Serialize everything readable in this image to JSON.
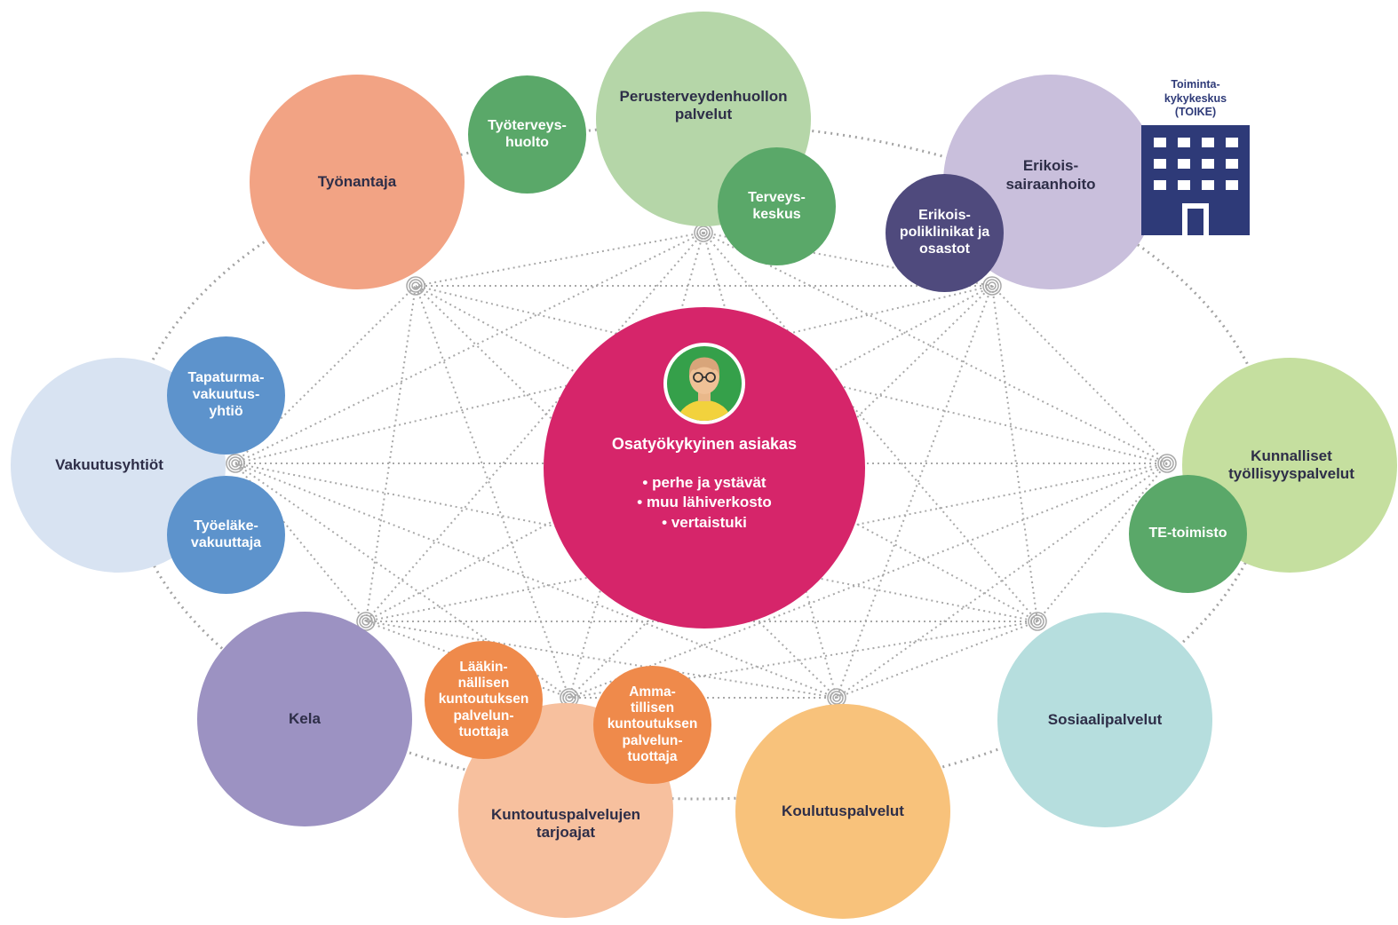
{
  "center": {
    "title": "Osatyökykyinen asiakas",
    "items": [
      "perhe ja ystävät",
      "muu lähiverkosto",
      "vertaistuki"
    ]
  },
  "toike": {
    "label": "Toiminta-\nkykykeskus\n(TOIKE)",
    "icon": "building-icon"
  },
  "nodes": {
    "tyonantaja": "Työnantaja",
    "tyoterveyshuolto": "Työterveys-\nhuolto",
    "perusterveydenhuolto": "Perusterveydenhuollon\npalvelut",
    "terveyskeskus": "Terveys-\nkeskus",
    "erikoissairaanhoito": "Erikois-\nsairaanhoito",
    "erikoispoliklinikat": "Erikois-\npoliklinikat ja\nosastot",
    "vakuutusyhtiot": "Vakuutusyhtiöt",
    "tapaturma": "Tapaturma-\nvakuutus-\nyhtiö",
    "tyoelake": "Työeläke-\nvakuuttaja",
    "kunnalliset": "Kunnalliset\ntyöllisyyspalvelut",
    "te_toimisto": "TE-toimisto",
    "kela": "Kela",
    "kuntoutus": "Kuntoutuspalvelujen\ntarjoajat",
    "laakinnallinen": "Lääkin-\nnällisen\nkuntoutuksen\npalvelun-\ntuottaja",
    "ammatillinen": "Amma-\ntillisen\nkuntoutuksen\npalvelun-\ntuottaja",
    "koulutus": "Koulutuspalvelut",
    "sosiaali": "Sosiaalipalvelut"
  },
  "colors": {
    "center": "#d6256a",
    "connector": "#9a9a9a",
    "toike_navy": "#2e3a78"
  }
}
